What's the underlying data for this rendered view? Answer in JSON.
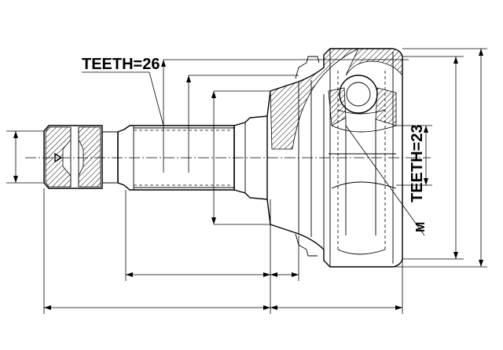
{
  "labels": {
    "spline_outer": "TEETH=26",
    "spline_inner": "TEETH=23",
    "thread": "M"
  },
  "colors": {
    "line": "#000000",
    "hatch": "#000000",
    "background": "#ffffff"
  }
}
